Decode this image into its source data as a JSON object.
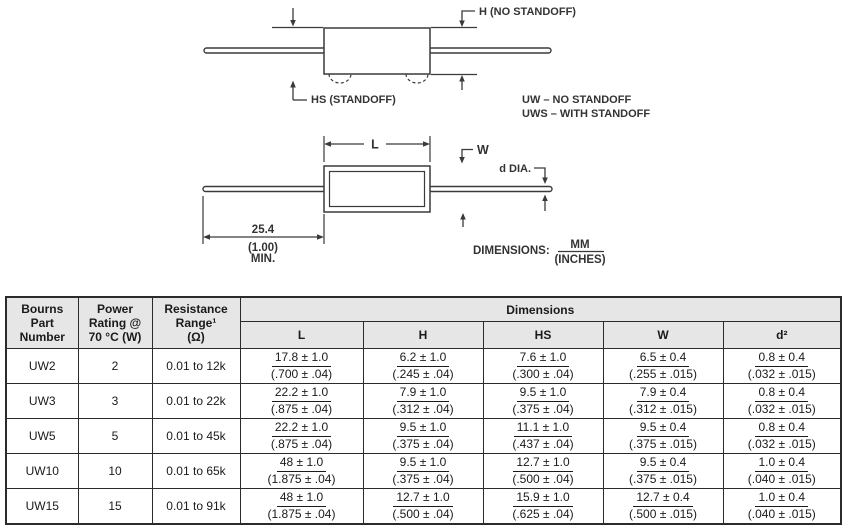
{
  "drawings": {
    "top": {
      "h_label": "H (NO STANDOFF)",
      "hs_label": "HS (STANDOFF)",
      "note1": "UW – NO STANDOFF",
      "note2": "UWS – WITH STANDOFF"
    },
    "bottom": {
      "l_label": "L",
      "w_label": "W",
      "d_label": "d DIA.",
      "lead_min_mm": "25.4",
      "lead_min_in": "(1.00)",
      "lead_min_suffix": "MIN.",
      "dims_label": "DIMENSIONS:",
      "unit_mm": "MM",
      "unit_in": "(INCHES)"
    }
  },
  "table": {
    "col_part": "Bourns\nPart\nNumber",
    "col_power": "Power\nRating @\n70 °C (W)",
    "col_resistance": "Resistance\nRange¹\n(Ω)",
    "col_dimensions": "Dimensions",
    "dim_cols": [
      "L",
      "H",
      "HS",
      "W",
      "d²"
    ],
    "rows": [
      {
        "part": "UW2",
        "power": "2",
        "resistance": "0.01 to 12k",
        "dims": [
          {
            "mm": "17.8 ± 1.0",
            "in": "(.700 ± .04)"
          },
          {
            "mm": "6.2 ± 1.0",
            "in": "(.245 ± .04)"
          },
          {
            "mm": "7.6 ± 1.0",
            "in": "(.300 ± .04)"
          },
          {
            "mm": "6.5 ± 0.4",
            "in": "(.255 ± .015)"
          },
          {
            "mm": "0.8 ± 0.4",
            "in": "(.032 ± .015)"
          }
        ]
      },
      {
        "part": "UW3",
        "power": "3",
        "resistance": "0.01 to 22k",
        "dims": [
          {
            "mm": "22.2 ± 1.0",
            "in": "(.875 ± .04)"
          },
          {
            "mm": "7.9 ± 1.0",
            "in": "(.312 ± .04)"
          },
          {
            "mm": "9.5 ± 1.0",
            "in": "(.375 ± .04)"
          },
          {
            "mm": "7.9 ± 0.4",
            "in": "(.312 ± .015)"
          },
          {
            "mm": "0.8 ± 0.4",
            "in": "(.032 ± .015)"
          }
        ]
      },
      {
        "part": "UW5",
        "power": "5",
        "resistance": "0.01 to 45k",
        "dims": [
          {
            "mm": "22.2 ± 1.0",
            "in": "(.875 ± .04)"
          },
          {
            "mm": "9.5 ± 1.0",
            "in": "(.375 ± .04)"
          },
          {
            "mm": "11.1 ± 1.0",
            "in": "(.437 ± .04)"
          },
          {
            "mm": "9.5 ± 0.4",
            "in": "(.375 ± .015)"
          },
          {
            "mm": "0.8 ± 0.4",
            "in": "(.032 ± .015)"
          }
        ]
      },
      {
        "part": "UW10",
        "power": "10",
        "resistance": "0.01 to 65k",
        "dims": [
          {
            "mm": "48 ± 1.0",
            "in": "(1.875 ± .04)"
          },
          {
            "mm": "9.5 ± 1.0",
            "in": "(.375 ± .04)"
          },
          {
            "mm": "12.7 ± 1.0",
            "in": "(.500 ± .04)"
          },
          {
            "mm": "9.5 ± 0.4",
            "in": "(.375 ± .015)"
          },
          {
            "mm": "1.0 ± 0.4",
            "in": "(.040 ± .015)"
          }
        ]
      },
      {
        "part": "UW15",
        "power": "15",
        "resistance": "0.01 to 91k",
        "dims": [
          {
            "mm": "48 ± 1.0",
            "in": "(1.875 ± .04)"
          },
          {
            "mm": "12.7 ± 1.0",
            "in": "(.500 ± .04)"
          },
          {
            "mm": "15.9 ± 1.0",
            "in": "(.625 ± .04)"
          },
          {
            "mm": "12.7 ± 0.4",
            "in": "(.500 ± .015)"
          },
          {
            "mm": "1.0 ± 0.4",
            "in": "(.040 ± .015)"
          }
        ]
      }
    ]
  }
}
